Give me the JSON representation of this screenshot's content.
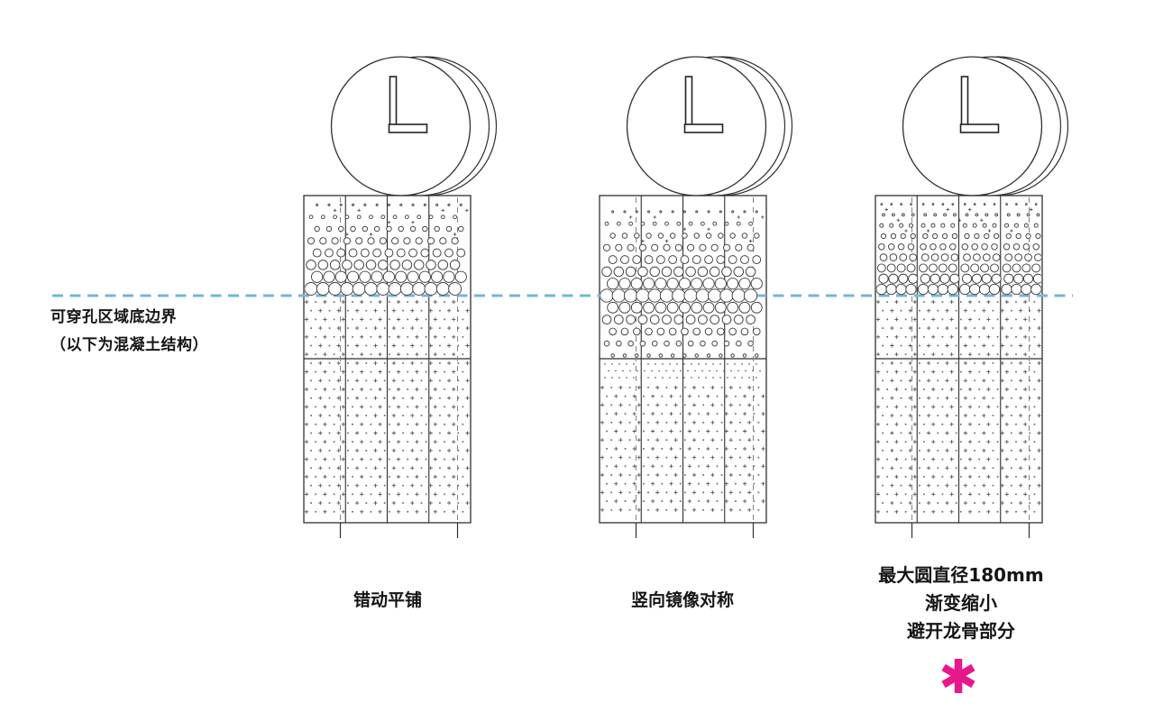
{
  "colors": {
    "background": "#ffffff",
    "line_work": "#2f2f2f",
    "circle_stroke": "#3f3f3f",
    "cross_mark": "#555555",
    "dot_mark": "#6a6a6a",
    "keel_dashed": "#848484",
    "boundary_line": "#74B6D3",
    "accent_pink": "#E8178C"
  },
  "boundary_note": {
    "line1": "可穿孔区域底边界",
    "line2": "（以下为混凝土结构）"
  },
  "columns": [
    {
      "label": "错动平铺",
      "pattern": "staggered-tiling"
    },
    {
      "label": "竖向镜像对称",
      "pattern": "vertical-mirror"
    },
    {
      "label_lines": [
        "最大圆直径180mm",
        "渐变缩小",
        "避开龙骨部分"
      ],
      "pattern": "gradient-shrink-avoid-keel",
      "marker_icon": "asterisk-icon"
    }
  ],
  "diagram": {
    "panel_count": 3,
    "strips_per_panel": 4,
    "top_icon": "clock-icon"
  }
}
